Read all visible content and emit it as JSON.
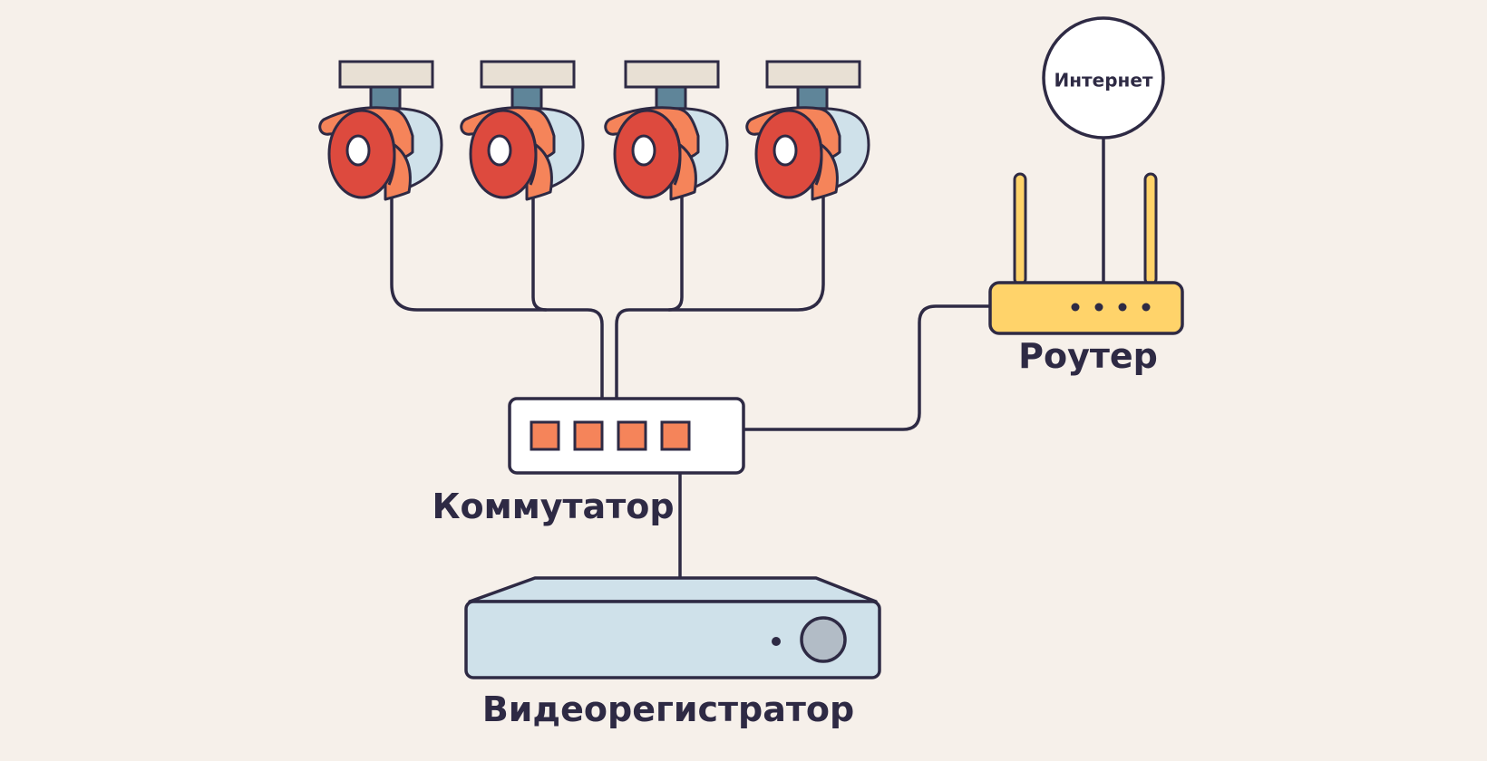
{
  "labels": {
    "internet": "Интернет",
    "router": "Роутер",
    "switch": "Коммутатор",
    "dvr": "Видеорегистратор"
  },
  "cameras": [
    {
      "id": 1
    },
    {
      "id": 2
    },
    {
      "id": 3
    },
    {
      "id": 4
    }
  ],
  "switch_ports": 4,
  "router_leds": 4,
  "colors": {
    "background": "#f6f0ea",
    "outline": "#2e2a44",
    "camera_orange": "#f5845a",
    "camera_red": "#dd4a3e",
    "camera_body": "#cfe1ea",
    "camera_mount": "#e8e0d4",
    "camera_pole": "#5f8599",
    "router_yellow": "#ffd36a",
    "port_orange": "#f5845a",
    "dvr_body": "#cfe1ea",
    "dvr_knob": "#b2bcc6"
  }
}
